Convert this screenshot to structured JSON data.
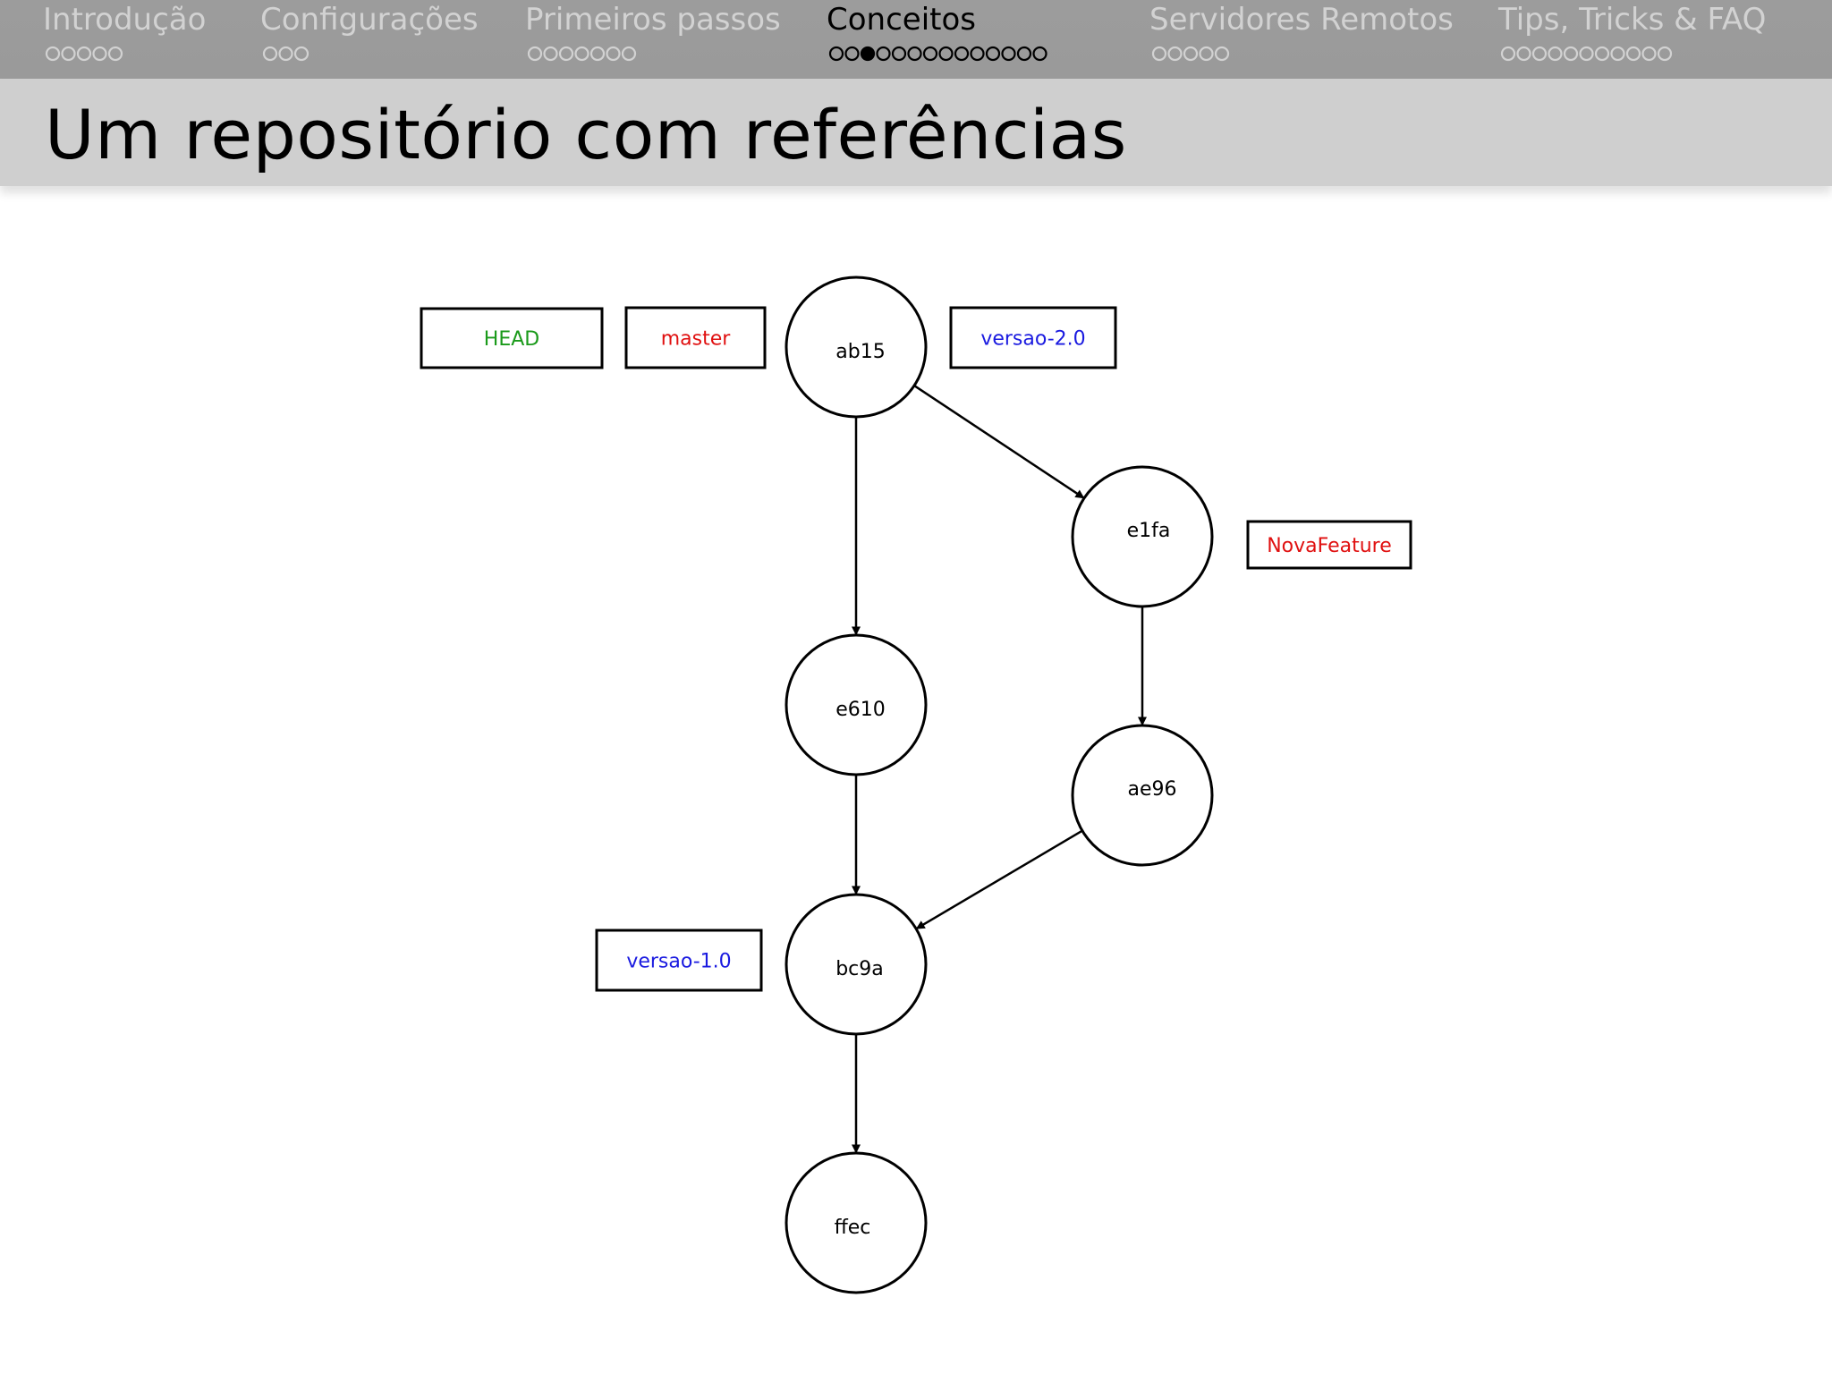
{
  "nav": {
    "sections": [
      {
        "label": "Introdução",
        "dots": 5,
        "filled": -1,
        "active": false
      },
      {
        "label": "Configurações",
        "dots": 3,
        "filled": -1,
        "active": false
      },
      {
        "label": "Primeiros passos",
        "dots": 7,
        "filled": -1,
        "active": false
      },
      {
        "label": "Conceitos",
        "dots": 14,
        "filled": 2,
        "active": true
      },
      {
        "label": "Servidores Remotos",
        "dots": 5,
        "filled": -1,
        "active": false
      },
      {
        "label": "Tips, Tricks & FAQ",
        "dots": 11,
        "filled": -1,
        "active": false
      }
    ]
  },
  "slide": {
    "title": "Um repositório com referências"
  },
  "diagram": {
    "commits": [
      {
        "id": "ab15",
        "label": "ab15"
      },
      {
        "id": "e1fa",
        "label": "e1fa"
      },
      {
        "id": "e610",
        "label": "e610"
      },
      {
        "id": "ae96",
        "label": "ae96"
      },
      {
        "id": "bc9a",
        "label": "bc9a"
      },
      {
        "id": "ffec",
        "label": "ffec"
      }
    ],
    "edges": [
      {
        "from": "ab15",
        "to": "e610"
      },
      {
        "from": "ab15",
        "to": "e1fa"
      },
      {
        "from": "e1fa",
        "to": "ae96"
      },
      {
        "from": "e610",
        "to": "bc9a"
      },
      {
        "from": "ae96",
        "to": "bc9a"
      },
      {
        "from": "bc9a",
        "to": "ffec"
      }
    ],
    "refs": [
      {
        "id": "HEAD",
        "label": "HEAD",
        "color": "#1a9a1a"
      },
      {
        "id": "master",
        "label": "master",
        "color": "#e01010"
      },
      {
        "id": "versao-2.0",
        "label": "versao-2.0",
        "color": "#1a1ae0"
      },
      {
        "id": "NovaFeature",
        "label": "NovaFeature",
        "color": "#e01010"
      },
      {
        "id": "versao-1.0",
        "label": "versao-1.0",
        "color": "#1a1ae0"
      }
    ]
  }
}
